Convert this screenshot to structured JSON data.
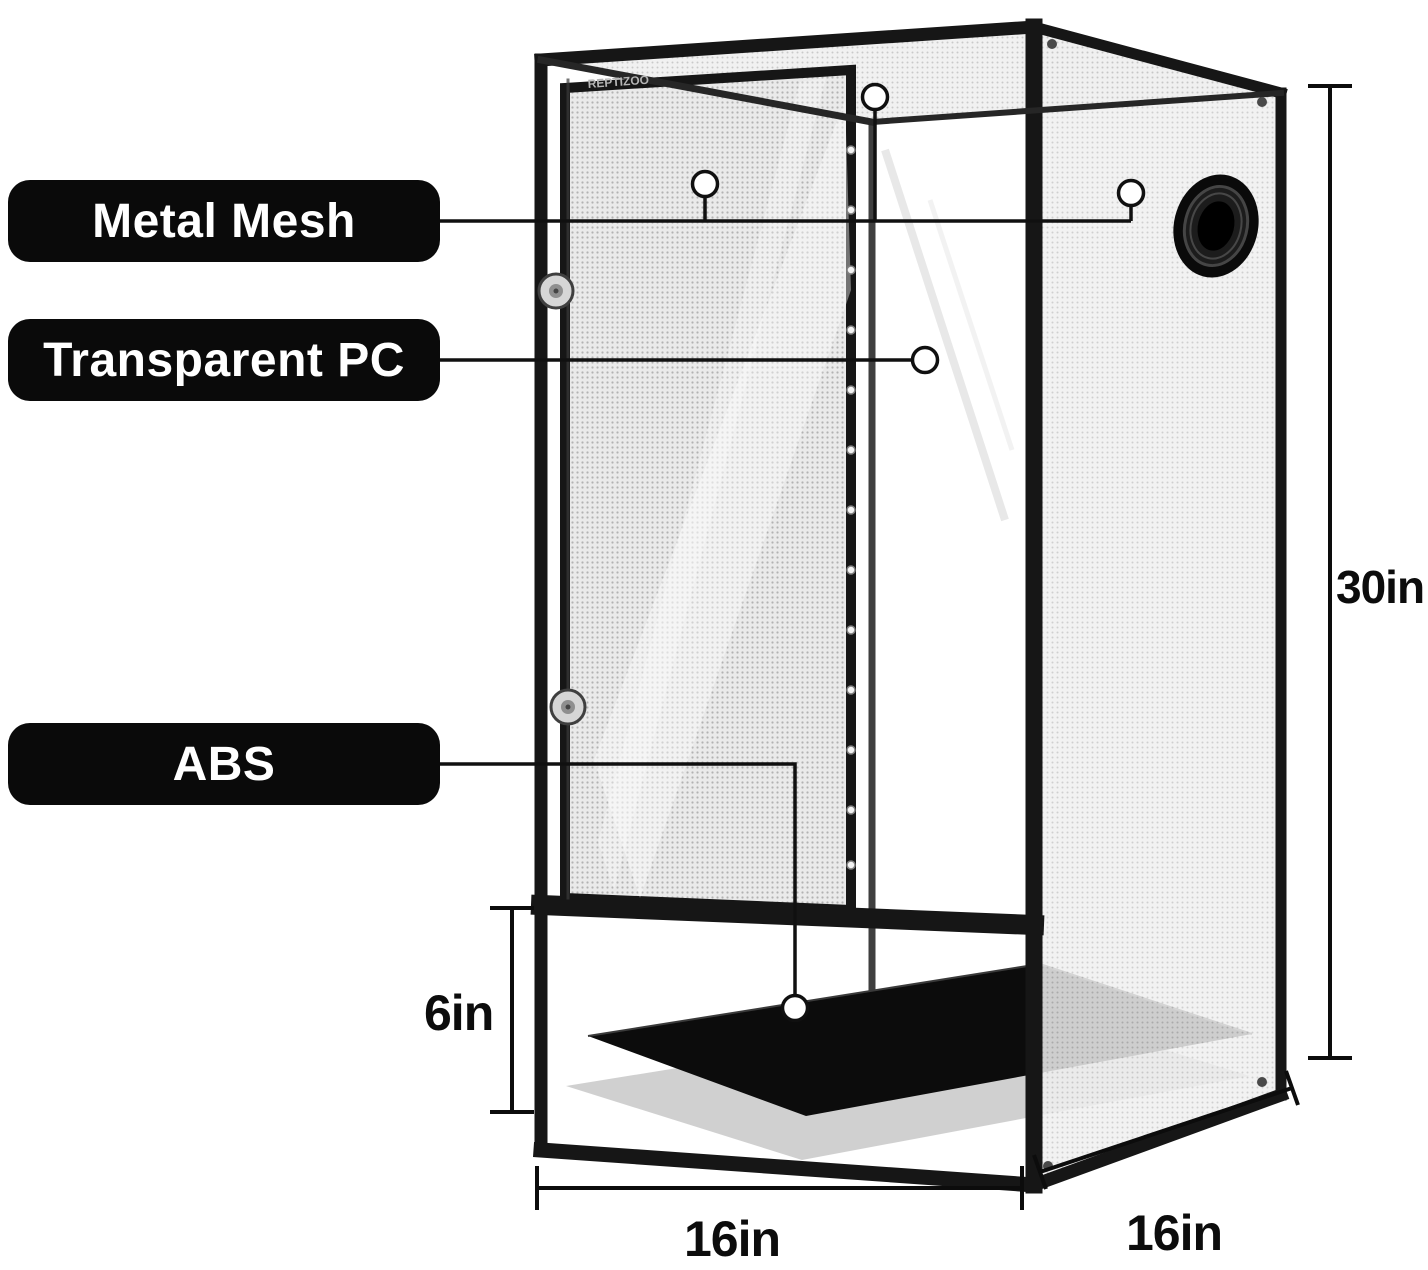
{
  "diagram": {
    "brand": "REPTIZOO",
    "callouts": {
      "metal_mesh": "Metal Mesh",
      "transparent_pc": "Transparent PC",
      "abs": "ABS"
    },
    "dimensions": {
      "height": "30in",
      "base_height": "6in",
      "width": "16in",
      "depth": "16in"
    },
    "colors": {
      "label_bg": "#0a0a0a",
      "label_text": "#ffffff",
      "frame": "#161616",
      "callout_line": "#101010",
      "dimension_line": "#0c0c0c",
      "tray_fill": "#0c0c0c",
      "mesh_fill": "#f0f0f0"
    }
  }
}
